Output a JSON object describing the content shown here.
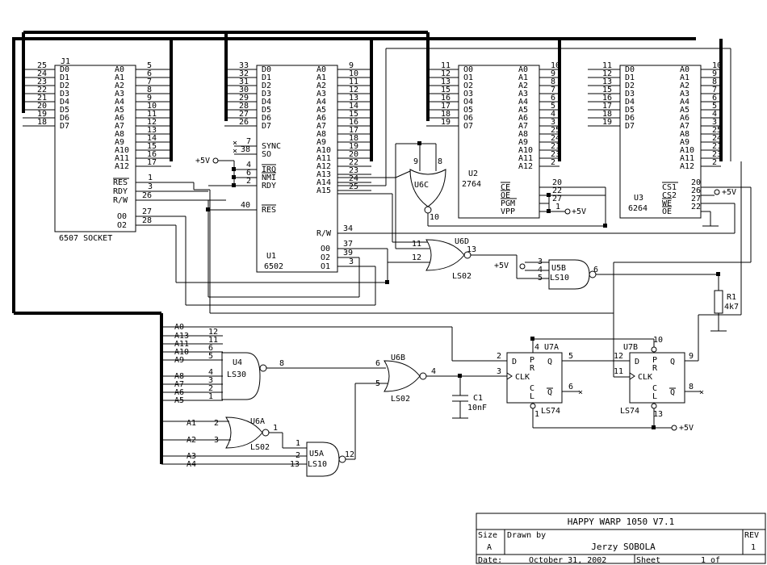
{
  "title_block": {
    "title": "HAPPY WARP 1050 V7.1",
    "size_label": "Size",
    "size_value": "A",
    "drawn_by_label": "Drawn by",
    "drawn_by_value": "Jerzy SOBOLA",
    "rev_label": "REV",
    "rev_value": "1",
    "date_label": "Date:",
    "date_value": "October 31, 2002",
    "sheet_label": "Sheet",
    "sheet_value": "1 of"
  },
  "j1": {
    "ref": "J1",
    "name": "6507 SOCKET",
    "left_pins": [
      "25",
      "24",
      "23",
      "22",
      "21",
      "20",
      "19",
      "18"
    ],
    "left_names": [
      "D0",
      "D1",
      "D2",
      "D3",
      "D4",
      "D5",
      "D6",
      "D7"
    ],
    "right_names": [
      "A0",
      "A1",
      "A2",
      "A3",
      "A4",
      "A5",
      "A6",
      "A7",
      "A8",
      "A9",
      "A10",
      "A11",
      "A12"
    ],
    "right_pins": [
      "5",
      "6",
      "7",
      "8",
      "9",
      "10",
      "11",
      "12",
      "13",
      "14",
      "15",
      "16",
      "17"
    ],
    "ctrl_names": [
      "RES",
      "RDY",
      "R/W"
    ],
    "ctrl_pins": [
      "1",
      "3",
      "26"
    ],
    "clk_names": [
      "O0",
      "O2"
    ],
    "clk_pins": [
      "27",
      "28"
    ]
  },
  "u1": {
    "ref": "U1",
    "name": "6502",
    "left_pins": [
      "33",
      "32",
      "31",
      "30",
      "29",
      "28",
      "27",
      "26"
    ],
    "left_names": [
      "D0",
      "D1",
      "D2",
      "D3",
      "D4",
      "D5",
      "D6",
      "D7"
    ],
    "right_names": [
      "A0",
      "A1",
      "A2",
      "A3",
      "A4",
      "A5",
      "A6",
      "A7",
      "A8",
      "A9",
      "A10",
      "A11",
      "A12",
      "A13",
      "A14",
      "A15"
    ],
    "right_pins": [
      "9",
      "10",
      "11",
      "12",
      "13",
      "14",
      "15",
      "16",
      "17",
      "18",
      "19",
      "20",
      "22",
      "23",
      "24",
      "25"
    ],
    "sync_names": [
      "SYNC",
      "SO",
      "IRQ",
      "NMI",
      "RDY"
    ],
    "sync_pins": [
      "7",
      "38",
      "4",
      "6",
      "2"
    ],
    "res_name": "RES",
    "res_pin": "40",
    "rw_name": "R/W",
    "rw_pin": "34",
    "clk_names": [
      "O0",
      "O2",
      "O1"
    ],
    "clk_pins": [
      "37",
      "39",
      "3"
    ],
    "vcc": "+5V"
  },
  "u2": {
    "ref": "U2",
    "name": "2764",
    "left_pins": [
      "11",
      "12",
      "13",
      "15",
      "16",
      "17",
      "18",
      "19"
    ],
    "left_names": [
      "O0",
      "O1",
      "O2",
      "O3",
      "O4",
      "O5",
      "O6",
      "O7"
    ],
    "right_names": [
      "A0",
      "A1",
      "A2",
      "A3",
      "A4",
      "A5",
      "A6",
      "A7",
      "A8",
      "A9",
      "A10",
      "A11",
      "A12"
    ],
    "right_pins": [
      "10",
      "9",
      "8",
      "7",
      "6",
      "5",
      "4",
      "3",
      "25",
      "24",
      "21",
      "23",
      "2"
    ],
    "ctrl_names": [
      "CE",
      "OE",
      "PGM",
      "VPP"
    ],
    "ctrl_pins": [
      "20",
      "22",
      "27",
      "1"
    ],
    "vcc": "+5V"
  },
  "u3": {
    "ref": "U3",
    "name": "6264",
    "left_pins": [
      "11",
      "12",
      "13",
      "15",
      "16",
      "17",
      "18",
      "19"
    ],
    "left_names": [
      "D0",
      "D1",
      "D2",
      "D3",
      "D4",
      "D5",
      "D6",
      "D7"
    ],
    "right_names": [
      "A0",
      "A1",
      "A2",
      "A3",
      "A4",
      "A5",
      "A6",
      "A7",
      "A8",
      "A9",
      "A10",
      "A11",
      "A12"
    ],
    "right_pins": [
      "10",
      "9",
      "8",
      "7",
      "6",
      "5",
      "4",
      "3",
      "25",
      "24",
      "21",
      "23",
      "2"
    ],
    "ctrl_names": [
      "CS1",
      "CS2",
      "WE",
      "OE"
    ],
    "ctrl_pins": [
      "20",
      "26",
      "27",
      "22"
    ],
    "vcc": "+5V"
  },
  "u6c": {
    "ref": "U6C",
    "pins": [
      "9",
      "8",
      "10"
    ]
  },
  "u6d": {
    "ref": "U6D",
    "type": "LS02",
    "pins": [
      "11",
      "12",
      "13"
    ]
  },
  "u5b": {
    "ref": "U5B",
    "type": "LS10",
    "pins": [
      "3",
      "4",
      "5",
      "6"
    ],
    "vcc": "+5V"
  },
  "u4": {
    "ref": "U4",
    "type": "LS30",
    "inputs": [
      "A0",
      "A13",
      "A11",
      "A10",
      "A9",
      "A8",
      "A7",
      "A6",
      "A5"
    ],
    "pins": [
      "12",
      "11",
      "6",
      "5",
      "4",
      "3",
      "2",
      "1"
    ],
    "out_pin": "8"
  },
  "u6b": {
    "ref": "U6B",
    "type": "LS02",
    "pins": [
      "6",
      "5",
      "4"
    ]
  },
  "u6a": {
    "ref": "U6A",
    "type": "LS02",
    "inputs": [
      "A1",
      "A2"
    ],
    "pins": [
      "2",
      "3",
      "1"
    ]
  },
  "u5a": {
    "ref": "U5A",
    "type": "LS10",
    "inputs": [
      "A3",
      "A4"
    ],
    "pins": [
      "1",
      "2",
      "13",
      "12"
    ]
  },
  "u7a": {
    "ref": "U7A",
    "type": "LS74",
    "names": [
      "D",
      "P",
      "R",
      "Q",
      "CLK",
      "C",
      "L",
      "Q"
    ],
    "pins": [
      "2",
      "4",
      "5",
      "3",
      "6",
      "1"
    ]
  },
  "u7b": {
    "ref": "U7B",
    "type": "LS74",
    "names": [
      "D",
      "P",
      "R",
      "Q",
      "CLK",
      "C",
      "L",
      "Q"
    ],
    "pins": [
      "12",
      "10",
      "9",
      "11",
      "8",
      "13"
    ],
    "vcc": "+5V"
  },
  "c1": {
    "ref": "C1",
    "value": "10nF"
  },
  "r1": {
    "ref": "R1",
    "value": "4k7"
  }
}
